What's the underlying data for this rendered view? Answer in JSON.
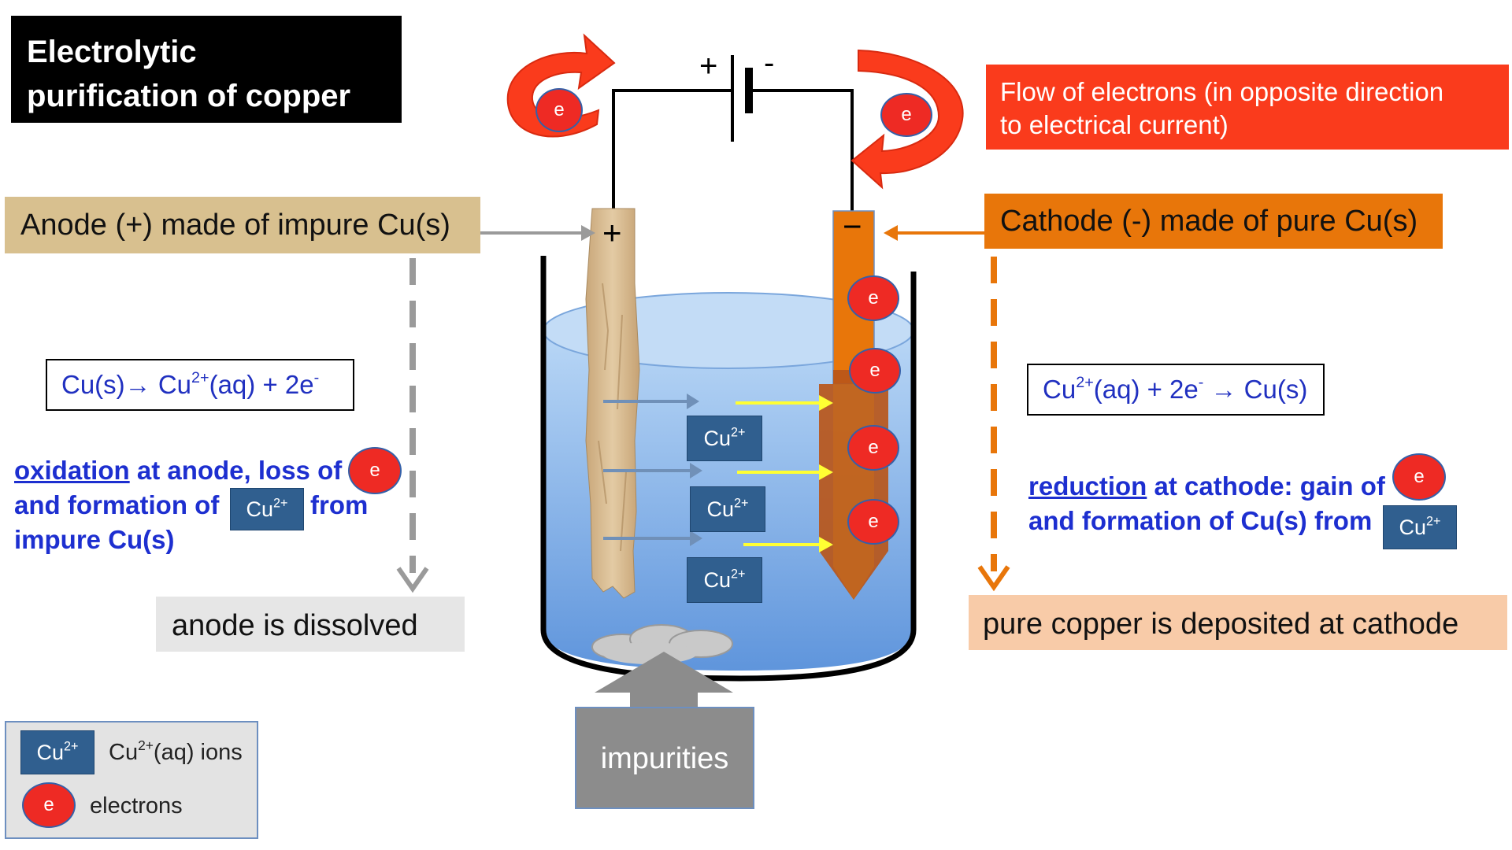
{
  "title": {
    "line1": "Electrolytic",
    "line2": "purification of copper"
  },
  "flow_label": {
    "line1": "Flow of electrons (in opposite direction",
    "line2": "to electrical current)"
  },
  "anode_label": "Anode (+) made of impure Cu(s)",
  "cathode_label": "Cathode (-) made of pure Cu(s)",
  "battery": {
    "plus": "+",
    "minus": "-"
  },
  "electrode_signs": {
    "anode": "+",
    "cathode": "−"
  },
  "anode_equation": {
    "a": "Cu(s)→ Cu",
    "a_sup": "2+",
    "b": "(aq) + 2e",
    "b_sup": "-"
  },
  "cathode_equation": {
    "a": "Cu",
    "a_sup": "2+",
    "b": "(aq) + 2e",
    "b_sup": "-",
    "c": " → Cu(s)"
  },
  "anode_explanation": {
    "keyword": "oxidation",
    "line1_rest": " at anode, loss of",
    "line2_a": "and formation of",
    "line2_b": "from",
    "line3": "impure Cu(s)"
  },
  "cathode_explanation": {
    "keyword": "reduction",
    "line1_rest": " at cathode: gain of",
    "line2": "and formation of Cu(s) from"
  },
  "anode_result": "anode is dissolved",
  "cathode_result": "pure copper is deposited at cathode",
  "impurities_label": "impurities",
  "ion_symbol": {
    "base": "Cu",
    "charge": "2+"
  },
  "electron_symbol": "e",
  "legend": {
    "ions_text": "Cu",
    "ions_sup": "2+",
    "ions_rest": "(aq) ions",
    "electrons_text": "electrons"
  },
  "colors": {
    "electron_red": "#ee2a24",
    "ion_blue": "#305f8f",
    "anode_tan": "#d8c08f",
    "cathode_orange": "#e8760a",
    "flow_red": "#fa3b1c",
    "solution_blue": "#7fb0e8",
    "explanation_blue": "#1d2fd0"
  }
}
